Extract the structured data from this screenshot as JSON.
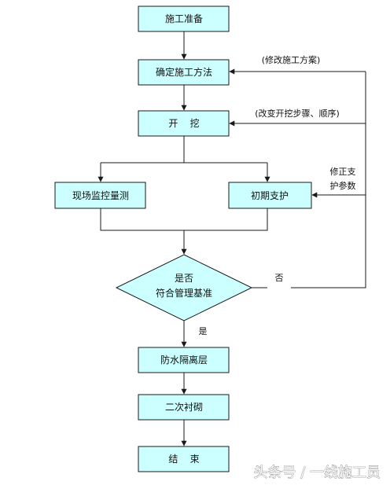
{
  "colors": {
    "box_fill": "#ccffff",
    "stroke": "#1a1a1a",
    "text": "#111111"
  },
  "nodes": {
    "prepare": "施工准备",
    "method": "确定施工方法",
    "excavate": "开    挖",
    "monitor": "现场监控量测",
    "support": "初期支护",
    "check_line1": "是否",
    "check_line2": "符合管理基准",
    "waterproof": "防水隔离层",
    "lining": "二次衬砌",
    "end": "结    束"
  },
  "labels": {
    "modify_plan": "(修改施工方案)",
    "change_steps": "(改变开挖步骤、顺序)",
    "correct_line1": "修正支",
    "correct_line2": "护参数",
    "no": "否",
    "yes": "是"
  },
  "watermark": "头条号 / 一线施工员"
}
